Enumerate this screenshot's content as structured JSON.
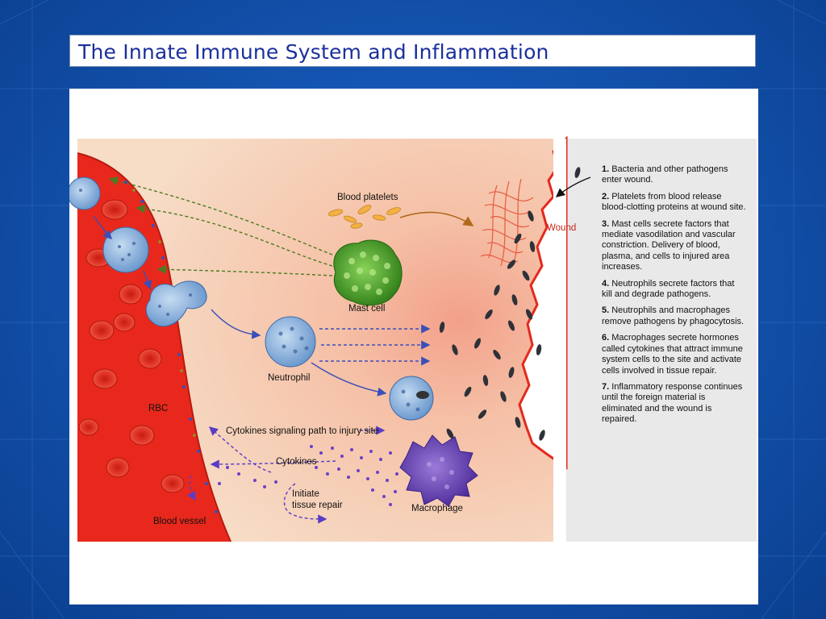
{
  "slide": {
    "title": "The Innate Immune System and Inflammation"
  },
  "figure": {
    "labels": {
      "blood_platelets": "Blood platelets",
      "mast_cell": "Mast cell",
      "neutrophil": "Neutrophil",
      "wound": "Wound",
      "rbc": "RBC",
      "cytokines_path": "Cytokines signaling path to injury site",
      "cytokines": "Cytokines",
      "initiate_line1": "Initiate",
      "initiate_line2": "tissue repair",
      "macrophage": "Macrophage",
      "blood_vessel": "Blood vessel"
    },
    "steps": [
      {
        "num": "1.",
        "text": "Bacteria and other pathogens enter wound."
      },
      {
        "num": "2.",
        "text": "Platelets from blood release blood-clotting proteins at wound site."
      },
      {
        "num": "3.",
        "text": "Mast cells secrete factors that mediate vasodilation and vascular constriction. Delivery of blood, plasma, and cells to injured area increases."
      },
      {
        "num": "4.",
        "text": "Neutrophils secrete factors that kill and degrade pathogens."
      },
      {
        "num": "5.",
        "text": "Neutrophils and macrophages remove pathogens by phagocytosis."
      },
      {
        "num": "6.",
        "text": "Macrophages secrete hormones called cytokines that attract immune system cells to the site and activate cells involved in tissue repair."
      },
      {
        "num": "7.",
        "text": "Inflammatory response continues until the foreign material is eliminated and the wound is repaired."
      }
    ],
    "colors": {
      "tissue": "#f6d2bc",
      "vessel": "#e8281c",
      "mast_cell": "#4aa82a",
      "neutrophil": "#8fb6e0",
      "macrophage": "#6a45b8",
      "panel": "#e9e9ea"
    }
  }
}
